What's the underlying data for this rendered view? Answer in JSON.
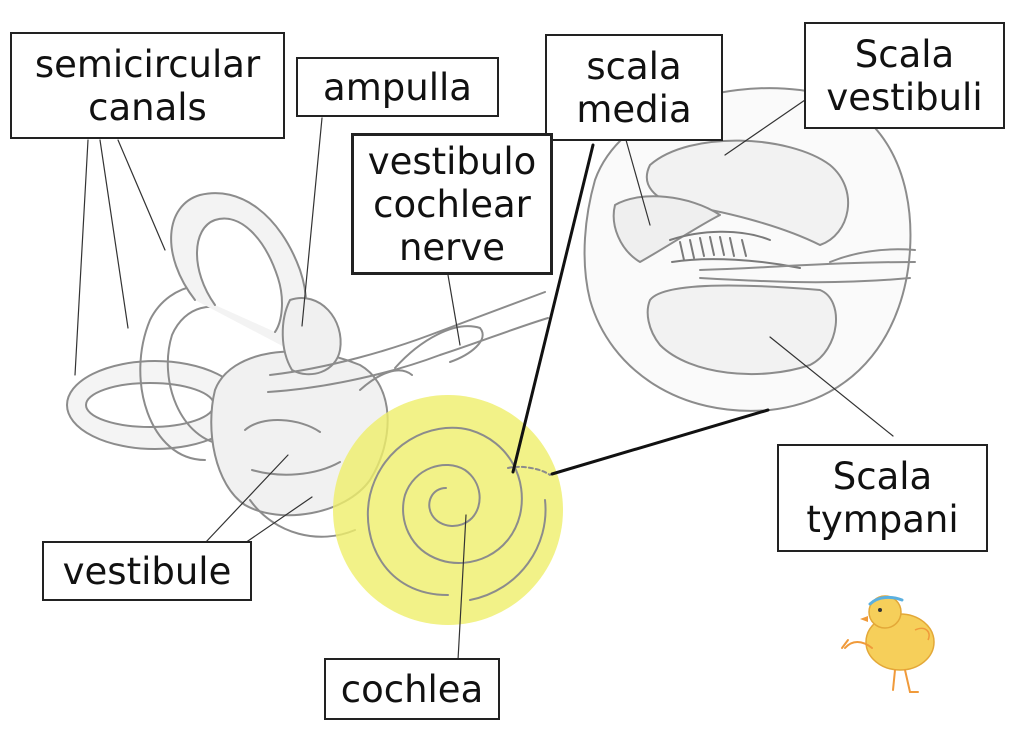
{
  "labels": {
    "semicircular_canals": [
      "semicircular",
      "canals"
    ],
    "ampulla": [
      "ampulla"
    ],
    "scala_media": [
      "scala",
      "media"
    ],
    "scala_vestibuli": [
      "Scala",
      "vestibuli"
    ],
    "vestibulocochlear_nerve": [
      "vestibulo",
      "cochlear",
      "nerve"
    ],
    "scala_tympani": [
      "Scala",
      "tympani"
    ],
    "vestibule": [
      "vestibule"
    ],
    "cochlea": [
      "cochlea"
    ]
  },
  "colors": {
    "sketch_line": "#8c8c8c",
    "leader_line": "#333333",
    "cochlea_highlight": "#efef6a",
    "chick_body": "#f6cf5a",
    "chick_accent": "#f09a3a"
  },
  "icons": {
    "mascot": "chick-icon"
  }
}
